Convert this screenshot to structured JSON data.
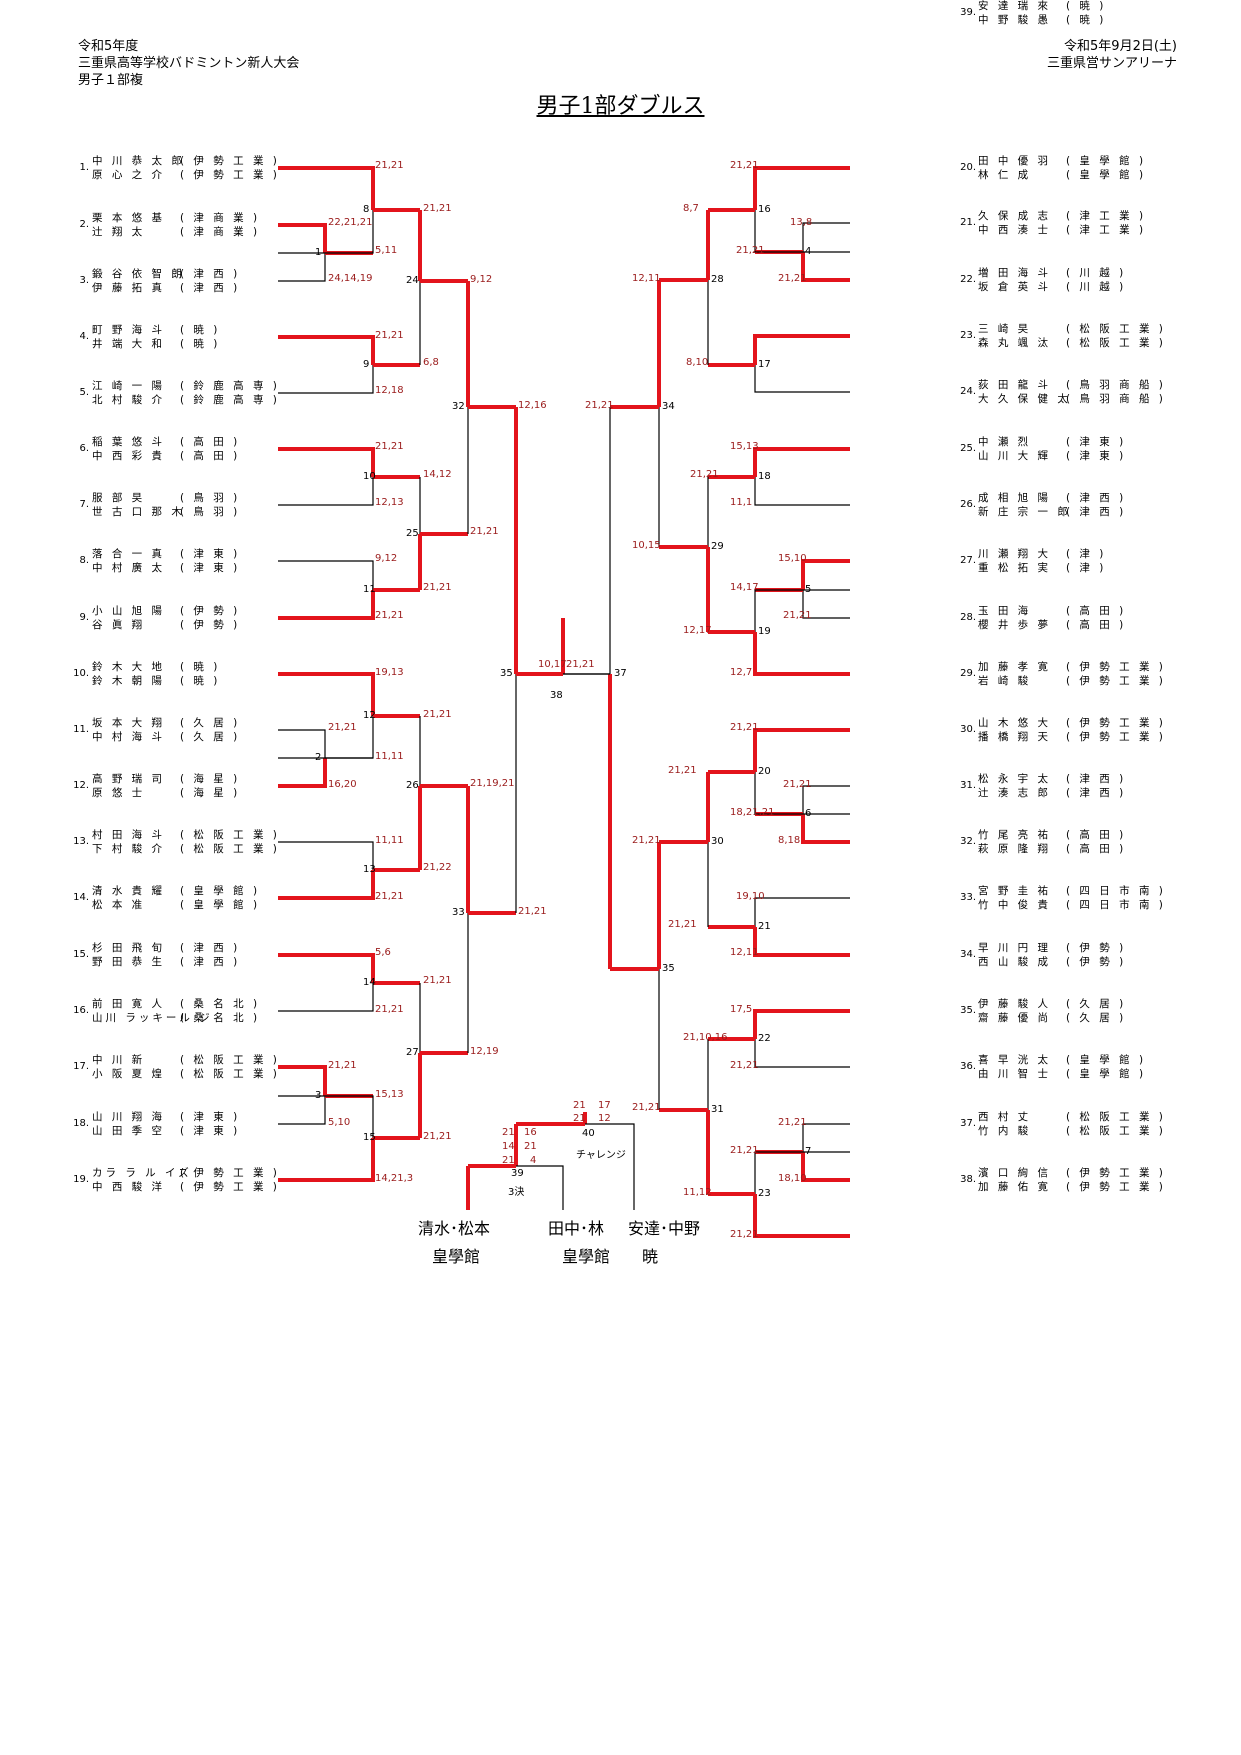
{
  "header": {
    "left": [
      "令和5年度",
      "三重県高等学校バドミントン新人大会",
      "男子１部複"
    ],
    "right": [
      "令和5年9月2日(土)",
      "三重県営サンアリーナ"
    ]
  },
  "title": "男子1部ダブルス",
  "colors": {
    "winner_line": "#e3141c",
    "score": "#9a1b1b",
    "line": "#000000"
  },
  "left_entries": [
    {
      "no": "1.",
      "players": [
        [
          "中 川 恭 太 郎",
          "伊 勢 工 業"
        ],
        [
          "原 心 之 介",
          "伊 勢 工 業"
        ]
      ]
    },
    {
      "no": "2.",
      "players": [
        [
          "栗 本 悠 基",
          "津 商 業"
        ],
        [
          "辻 翔 太",
          "津 商 業"
        ]
      ]
    },
    {
      "no": "3.",
      "players": [
        [
          "鍛 谷 依 智 朗",
          "津 西"
        ],
        [
          "伊 藤 拓 真",
          "津 西"
        ]
      ]
    },
    {
      "no": "4.",
      "players": [
        [
          "町 野 海 斗",
          "暁"
        ],
        [
          "井 端 大 和",
          "暁"
        ]
      ]
    },
    {
      "no": "5.",
      "players": [
        [
          "江 崎 一 陽",
          "鈴 鹿 高 専"
        ],
        [
          "北 村 駿 介",
          "鈴 鹿 高 専"
        ]
      ]
    },
    {
      "no": "6.",
      "players": [
        [
          "稲 葉 悠 斗",
          "高 田"
        ],
        [
          "中 西 彩 貴",
          "高 田"
        ]
      ]
    },
    {
      "no": "7.",
      "players": [
        [
          "服 部 旲",
          "鳥 羽"
        ],
        [
          "世 古 口 那 木",
          "鳥 羽"
        ]
      ]
    },
    {
      "no": "8.",
      "players": [
        [
          "落 合 一 真",
          "津 東"
        ],
        [
          "中 村 廣 太",
          "津 東"
        ]
      ]
    },
    {
      "no": "9.",
      "players": [
        [
          "小 山 旭 陽",
          "伊 勢"
        ],
        [
          "谷 眞 翔",
          "伊 勢"
        ]
      ]
    },
    {
      "no": "10.",
      "players": [
        [
          "鈴 木 大 地",
          "暁"
        ],
        [
          "鈴 木 朝 陽",
          "暁"
        ]
      ]
    },
    {
      "no": "11.",
      "players": [
        [
          "坂 本 大 翔",
          "久 居"
        ],
        [
          "中 村 海 斗",
          "久 居"
        ]
      ]
    },
    {
      "no": "12.",
      "players": [
        [
          "高 野 瑞 司",
          "海 星"
        ],
        [
          "原 悠 士",
          "海 星"
        ]
      ]
    },
    {
      "no": "13.",
      "players": [
        [
          "村 田 海 斗",
          "松 阪 工 業"
        ],
        [
          "下 村 駿 介",
          "松 阪 工 業"
        ]
      ]
    },
    {
      "no": "14.",
      "players": [
        [
          "清 水 貴 耀",
          "皇 學 館"
        ],
        [
          "松 本 准",
          "皇 學 館"
        ]
      ]
    },
    {
      "no": "15.",
      "players": [
        [
          "杉 田 飛 旬",
          "津 西"
        ],
        [
          "野 田 恭 生",
          "津 西"
        ]
      ]
    },
    {
      "no": "16.",
      "players": [
        [
          "前 田 寛 人",
          "桑 名 北"
        ],
        [
          "山川 ラッキール ジ",
          "桑 名 北"
        ]
      ]
    },
    {
      "no": "17.",
      "players": [
        [
          "中 川 新",
          "松 阪 工 業"
        ],
        [
          "小 阪 夏 煌",
          "松 阪 工 業"
        ]
      ]
    },
    {
      "no": "18.",
      "players": [
        [
          "山 川 翔 海",
          "津 東"
        ],
        [
          "山 田 季 空",
          "津 東"
        ]
      ]
    },
    {
      "no": "19.",
      "players": [
        [
          "カラ ラ ル イズ",
          "伊 勢 工 業"
        ],
        [
          "中 西 駿 洋",
          "伊 勢 工 業"
        ]
      ]
    }
  ],
  "right_entries": [
    {
      "no": "20.",
      "players": [
        [
          "田 中 優 羽",
          "皇 學 館"
        ],
        [
          "林 仁 成",
          "皇 學 館"
        ]
      ]
    },
    {
      "no": "21.",
      "players": [
        [
          "久 保 成 志",
          "津 工 業"
        ],
        [
          "中 西 湊 士",
          "津 工 業"
        ]
      ]
    },
    {
      "no": "22.",
      "players": [
        [
          "増 田 海 斗",
          "川 越"
        ],
        [
          "坂 倉 英 斗",
          "川 越"
        ]
      ]
    },
    {
      "no": "23.",
      "players": [
        [
          "三 崎 旲",
          "松 阪 工 業"
        ],
        [
          "森 丸 颯 汰",
          "松 阪 工 業"
        ]
      ]
    },
    {
      "no": "24.",
      "players": [
        [
          "荻 田 龍 斗",
          "鳥 羽 商 船"
        ],
        [
          "大 久 保 健 太",
          "鳥 羽 商 船"
        ]
      ]
    },
    {
      "no": "25.",
      "players": [
        [
          "中 瀬 烈",
          "津 東"
        ],
        [
          "山 川 大 輝",
          "津 東"
        ]
      ]
    },
    {
      "no": "26.",
      "players": [
        [
          "成 相 旭 陽",
          "津 西"
        ],
        [
          "新 庄 宗 一 郎",
          "津 西"
        ]
      ]
    },
    {
      "no": "27.",
      "players": [
        [
          "川 瀬 翔 大",
          "津"
        ],
        [
          "重 松 拓 実",
          "津"
        ]
      ]
    },
    {
      "no": "28.",
      "players": [
        [
          "玉 田 海",
          "高 田"
        ],
        [
          "櫻 井 歩 夢",
          "高 田"
        ]
      ]
    },
    {
      "no": "29.",
      "players": [
        [
          "加 藤 孝 寛",
          "伊 勢 工 業"
        ],
        [
          "岩 崎 駿",
          "伊 勢 工 業"
        ]
      ]
    },
    {
      "no": "30.",
      "players": [
        [
          "山 木 悠 大",
          "伊 勢 工 業"
        ],
        [
          "播 橋 翔 天",
          "伊 勢 工 業"
        ]
      ]
    },
    {
      "no": "31.",
      "players": [
        [
          "松 永 宇 太",
          "津 西"
        ],
        [
          "辻 湊 志 郎",
          "津 西"
        ]
      ]
    },
    {
      "no": "32.",
      "players": [
        [
          "竹 尾 亮 祐",
          "高 田"
        ],
        [
          "萩 原 隆 翔",
          "高 田"
        ]
      ]
    },
    {
      "no": "33.",
      "players": [
        [
          "宮 野 圭 祐",
          "四 日 市 南"
        ],
        [
          "竹 中 俊 貴",
          "四 日 市 南"
        ]
      ]
    },
    {
      "no": "34.",
      "players": [
        [
          "早 川 円 理",
          "伊 勢"
        ],
        [
          "西 山 駿 成",
          "伊 勢"
        ]
      ]
    },
    {
      "no": "35.",
      "players": [
        [
          "伊 藤 駿 人",
          "久 居"
        ],
        [
          "齋 藤 優 尚",
          "久 居"
        ]
      ]
    },
    {
      "no": "36.",
      "players": [
        [
          "喜 早 洸 太",
          "皇 學 館"
        ],
        [
          "由 川 智 士",
          "皇 學 館"
        ]
      ]
    },
    {
      "no": "37.",
      "players": [
        [
          "西 村 丈",
          "松 阪 工 業"
        ],
        [
          "竹 内 駿",
          "松 阪 工 業"
        ]
      ]
    },
    {
      "no": "38.",
      "players": [
        [
          "濱 口 絢 信",
          "伊 勢 工 業"
        ],
        [
          "加 藤 佑 寛",
          "伊 勢 工 業"
        ]
      ]
    },
    {
      "no": "39.",
      "players": [
        [
          "安 達 瑞 來",
          "暁"
        ],
        [
          "中 野 駿 愚",
          "暁"
        ]
      ]
    }
  ],
  "match_numbers": [
    "1",
    "2",
    "3",
    "4",
    "5",
    "6",
    "7",
    "8",
    "9",
    "10",
    "11",
    "12",
    "13",
    "14",
    "15",
    "16",
    "17",
    "18",
    "19",
    "20",
    "21",
    "22",
    "23",
    "24",
    "25",
    "26",
    "27",
    "28",
    "29",
    "30",
    "31",
    "32",
    "33",
    "34",
    "35",
    "36",
    "37",
    "38",
    "39",
    "40"
  ],
  "scores": [
    "21,21",
    "22,21,21",
    "5,11",
    "24,14,19",
    "21,21",
    "21,21",
    "6,8",
    "12,18",
    "21,21",
    "14,12",
    "12,13",
    "9,12",
    "21,21",
    "21,21",
    "19,13",
    "21,21",
    "21,21",
    "11,11",
    "16,20",
    "11,11",
    "21,22",
    "21,21",
    "5,6",
    "21,21",
    "21,21",
    "21,21",
    "15,13",
    "5,10",
    "21,21",
    "14,21,3",
    "9,12",
    "21,21",
    "21,19,21",
    "12,19",
    "12,16",
    "21,21",
    "10,17",
    "21,21",
    "21,21",
    "8,7",
    "13,8",
    "21,21",
    "21,21",
    "8,10",
    "15,13",
    "21,21",
    "11,1",
    "15,10",
    "14,17",
    "21,21",
    "12,17",
    "12,7",
    "21,21",
    "21,21",
    "21,21",
    "18,21,21",
    "8,18",
    "19,10",
    "21,21",
    "12,11",
    "17,5",
    "21,10,16",
    "21,21",
    "21,21",
    "21,21",
    "18,10",
    "11,12",
    "21,21",
    "12,11",
    "10,15",
    "21,21",
    "21,21",
    "21,21"
  ],
  "playoff": {
    "challenge_label": "チャレンジ",
    "third_label": "3決",
    "scores": [
      "21",
      "17",
      "21",
      "12",
      "21",
      "16",
      "14",
      "21",
      "21",
      "4"
    ],
    "finalists": [
      {
        "names": "清水･松本",
        "team": "皇學館"
      },
      {
        "names": "田中･林",
        "team": "皇學館"
      },
      {
        "names": "安達･中野",
        "team": "暁"
      }
    ]
  }
}
